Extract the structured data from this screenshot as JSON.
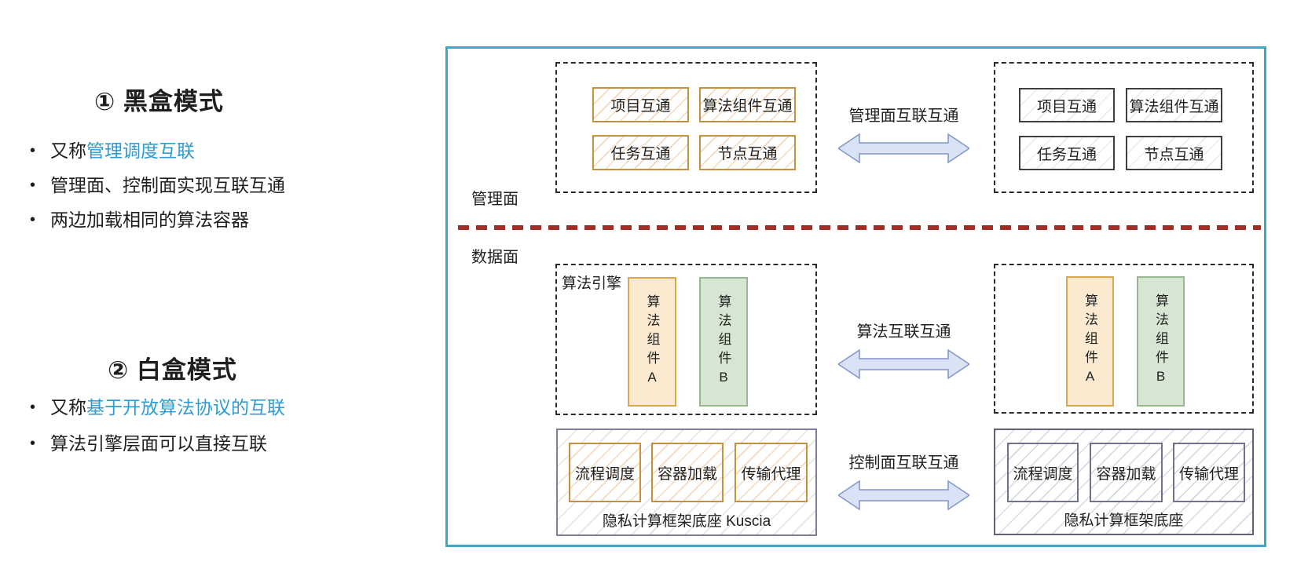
{
  "left_panel": {
    "bullet_char": "•",
    "highlight_color": "#2e9bd3",
    "section1": {
      "title": "① 黑盒模式",
      "bullet1_prefix": "又称",
      "bullet1_highlight": "管理调度互联",
      "bullet2": "管理面、控制面实现互联互通",
      "bullet3": "两边加载相同的算法容器"
    },
    "section2": {
      "title": "② 白盒模式",
      "bullet1_prefix": "又称",
      "bullet1_highlight": "基于开放算法协议的互联",
      "bullet2": "算法引擎层面可以直接互联"
    }
  },
  "diagram": {
    "border_color": "#3aa7cb",
    "divider_color": "#a22c26",
    "plane_management": "管理面",
    "plane_data": "数据面",
    "mgmt_cells": [
      "项目互通",
      "算法组件互通",
      "任务互通",
      "节点互通"
    ],
    "arrow_management": "管理面互联互通",
    "arrow_algorithm": "算法互联互通",
    "arrow_control": "控制面互联互通",
    "arrow_fill": "#d9e3f5",
    "engine_label": "算法引擎",
    "component_a": "算法组件A",
    "component_b": "算法组件B",
    "component_a_color": "#fcead0",
    "component_b_color": "#d7e6d2",
    "kuscia_cells": [
      "流程调度",
      "容器加载",
      "传输代理"
    ],
    "kuscia_left_caption": "隐私计算框架底座 Kuscia",
    "kuscia_right_caption": "隐私计算框架底座"
  }
}
